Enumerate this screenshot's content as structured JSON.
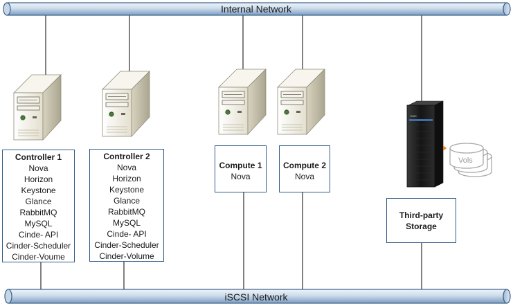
{
  "networks": {
    "internal": "Internal Network",
    "iscsi": "iSCSI Network"
  },
  "nodes": {
    "controller1": {
      "title": "Controller 1",
      "services": [
        "Nova",
        "Horizon",
        "Keystone",
        "Glance",
        "RabbitMQ",
        "MySQL",
        "Cinde- API",
        "Cinder-Scheduler",
        "Cinder-Voume"
      ]
    },
    "controller2": {
      "title": "Controller 2",
      "services": [
        "Nova",
        "Horizon",
        "Keystone",
        "Glance",
        "RabbitMQ",
        "MySQL",
        "Cinde- API",
        "Cinder-Scheduler",
        "Cinder-Volume"
      ]
    },
    "compute1": {
      "title": "Compute 1",
      "services": [
        "Nova"
      ]
    },
    "compute2": {
      "title": "Compute 2",
      "services": [
        "Nova"
      ]
    },
    "storage": {
      "title_line1": "Third-party",
      "title_line2": "Storage",
      "vols": "Vols"
    }
  },
  "colors": {
    "pipe_light": "#d6e4f2",
    "pipe_dark": "#6f95bd",
    "pipe_outline": "#3b5f86",
    "box_border": "#2e5a86",
    "connector": "#000000",
    "server_body": "#f2f0e6",
    "server_shade": "#b8b49f",
    "rack": "#1c1c1c",
    "vols": "#a8a8a8"
  }
}
